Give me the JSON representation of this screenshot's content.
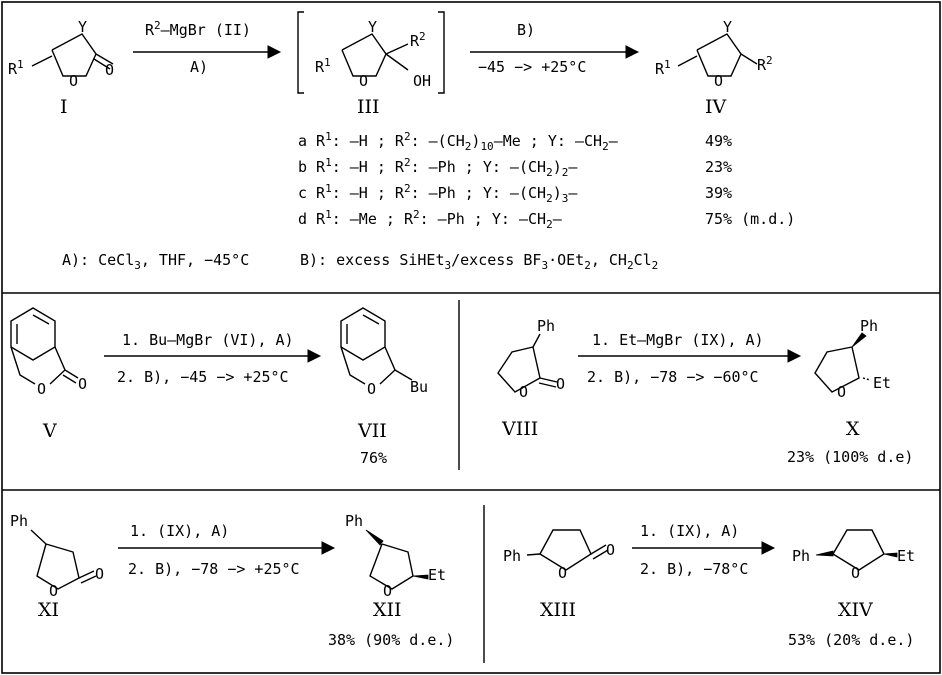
{
  "top": {
    "reagent_II": "R2—MgBr (II)",
    "cond_A": "A)",
    "cond_B": "B)",
    "temp_B": "−45 −> +25°C",
    "labels": {
      "I": "I",
      "III": "III",
      "IV": "IV"
    },
    "table": [
      {
        "row": "a",
        "r1": "R1: —H ;",
        "r2": "R2: —(CH2)10—Me ;",
        "y": "Y: —CH2—",
        "yield": "49%"
      },
      {
        "row": "b",
        "r1": "R1: —H ;",
        "r2": "R2: —Ph ;",
        "y": "Y: —(CH2)2—",
        "yield": "23%"
      },
      {
        "row": "c",
        "r1": "R1: —H ;",
        "r2": "R2: —Ph ;",
        "y": "Y: —(CH2)3—",
        "yield": "39%"
      },
      {
        "row": "d",
        "r1": "R1: —Me ;",
        "r2": "R2: —Ph ;",
        "y": "Y: —CH2—",
        "yield": "75% (m.d.)"
      }
    ],
    "legend_A": "A): CeCl3, THF, −45°C",
    "legend_B": "B): excess SiHEt3/excess BF3·OEt2, CH2Cl2"
  },
  "rxn_V": {
    "step1": "1. Bu—MgBr (VI), A)",
    "step2": "2. B), −45 −> +25°C",
    "start": "V",
    "product": "VII",
    "yield": "76%",
    "substituent": "Bu"
  },
  "rxn_VIII": {
    "step1": "1. Et—MgBr (IX), A)",
    "step2": "2. B), −78 −> −60°C",
    "start": "VIII",
    "product": "X",
    "yield": "23% (100% d.e)",
    "sub_ph": "Ph",
    "sub_et": "Et"
  },
  "rxn_XI": {
    "step1": "1. (IX), A)",
    "step2": "2. B), −78 −> +25°C",
    "start": "XI",
    "product": "XII",
    "yield": "38% (90% d.e.)",
    "sub_ph": "Ph",
    "sub_et": "Et"
  },
  "rxn_XIII": {
    "step1": "1. (IX), A)",
    "step2": "2. B), −78°C",
    "start": "XIII",
    "product": "XIV",
    "yield": "53% (20% d.e.)",
    "sub_ph": "Ph",
    "sub_et": "Et"
  },
  "atoms": {
    "O": "O",
    "Y": "Y",
    "R1": "R1",
    "R2": "R2",
    "OH": "OH",
    "Ph": "Ph",
    "Et": "Et",
    "Bu": "Bu"
  }
}
